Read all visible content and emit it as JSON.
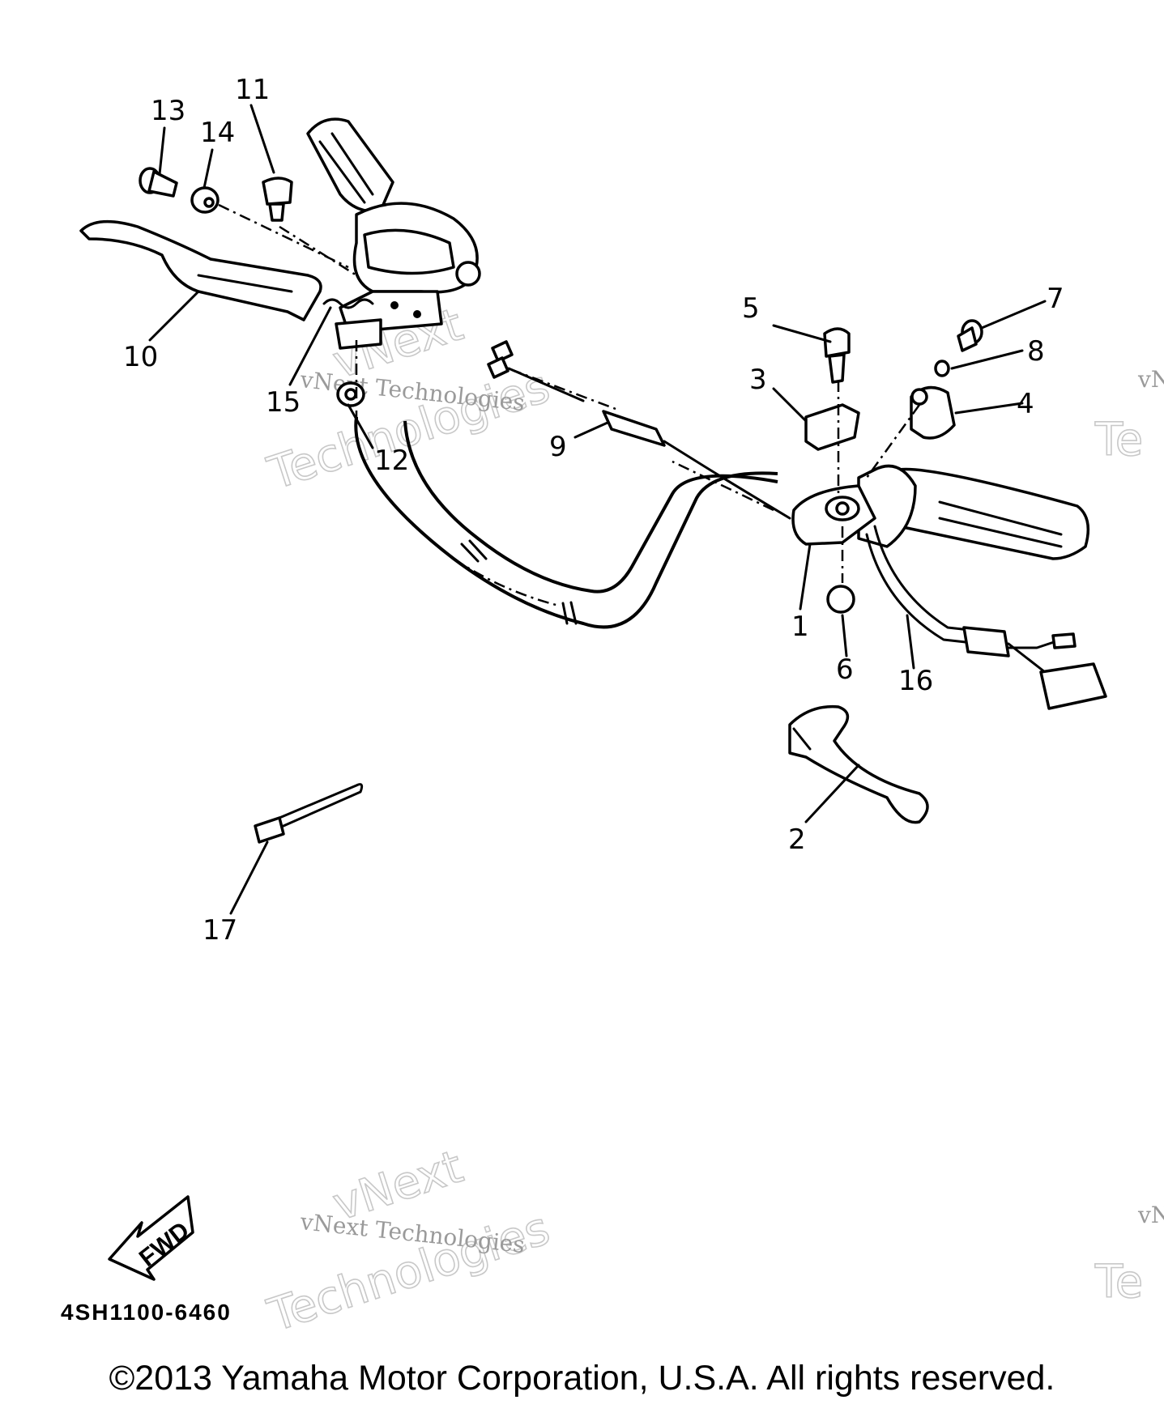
{
  "watermark": {
    "line1": "vNext",
    "line2": "Technologies",
    "small": "vNext Technologies",
    "edge_small": "vN",
    "edge_big": "Te"
  },
  "part_numbers": [
    "1",
    "2",
    "3",
    "4",
    "5",
    "6",
    "7",
    "8",
    "9",
    "10",
    "11",
    "12",
    "13",
    "14",
    "15",
    "16",
    "17"
  ],
  "fwd_label": "FWD",
  "diagram_code": "4SH1100-6460",
  "copyright": "©2013 Yamaha Motor Corporation, U.S.A. All rights reserved."
}
